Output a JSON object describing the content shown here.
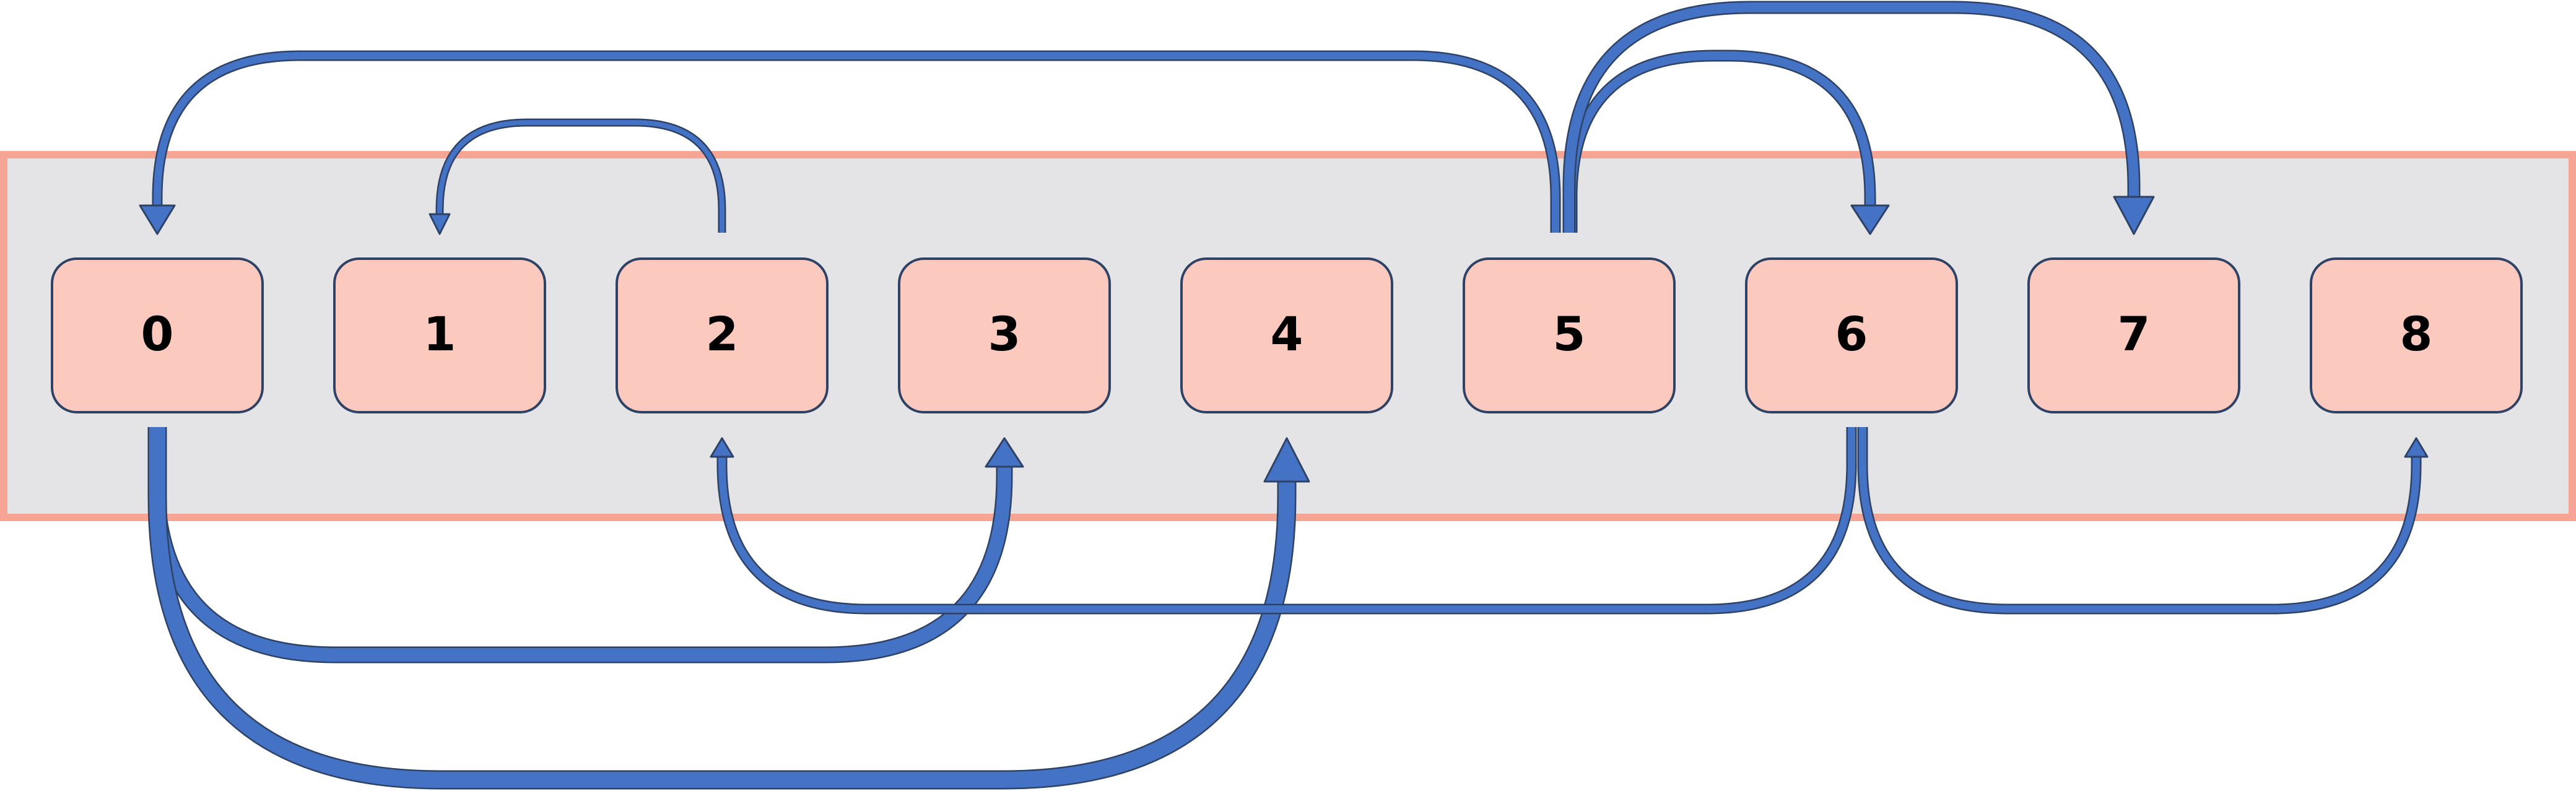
{
  "colors": {
    "band_fill": "#e4e4e6",
    "band_border": "#f6a493",
    "node_fill": "#fbc9bd",
    "node_border": "#2e4266",
    "arrow_fill": "#4472c4",
    "arrow_outline": "#2e4266"
  },
  "nodes": [
    {
      "label": "0"
    },
    {
      "label": "1"
    },
    {
      "label": "2"
    },
    {
      "label": "3"
    },
    {
      "label": "4"
    },
    {
      "label": "5"
    },
    {
      "label": "6"
    },
    {
      "label": "7"
    },
    {
      "label": "8"
    }
  ],
  "edges": [
    {
      "from": "0",
      "to": "3"
    },
    {
      "from": "0",
      "to": "4"
    },
    {
      "from": "2",
      "to": "1"
    },
    {
      "from": "5",
      "to": "0"
    },
    {
      "from": "5",
      "to": "6"
    },
    {
      "from": "5",
      "to": "7"
    },
    {
      "from": "6",
      "to": "2"
    },
    {
      "from": "6",
      "to": "8"
    }
  ]
}
